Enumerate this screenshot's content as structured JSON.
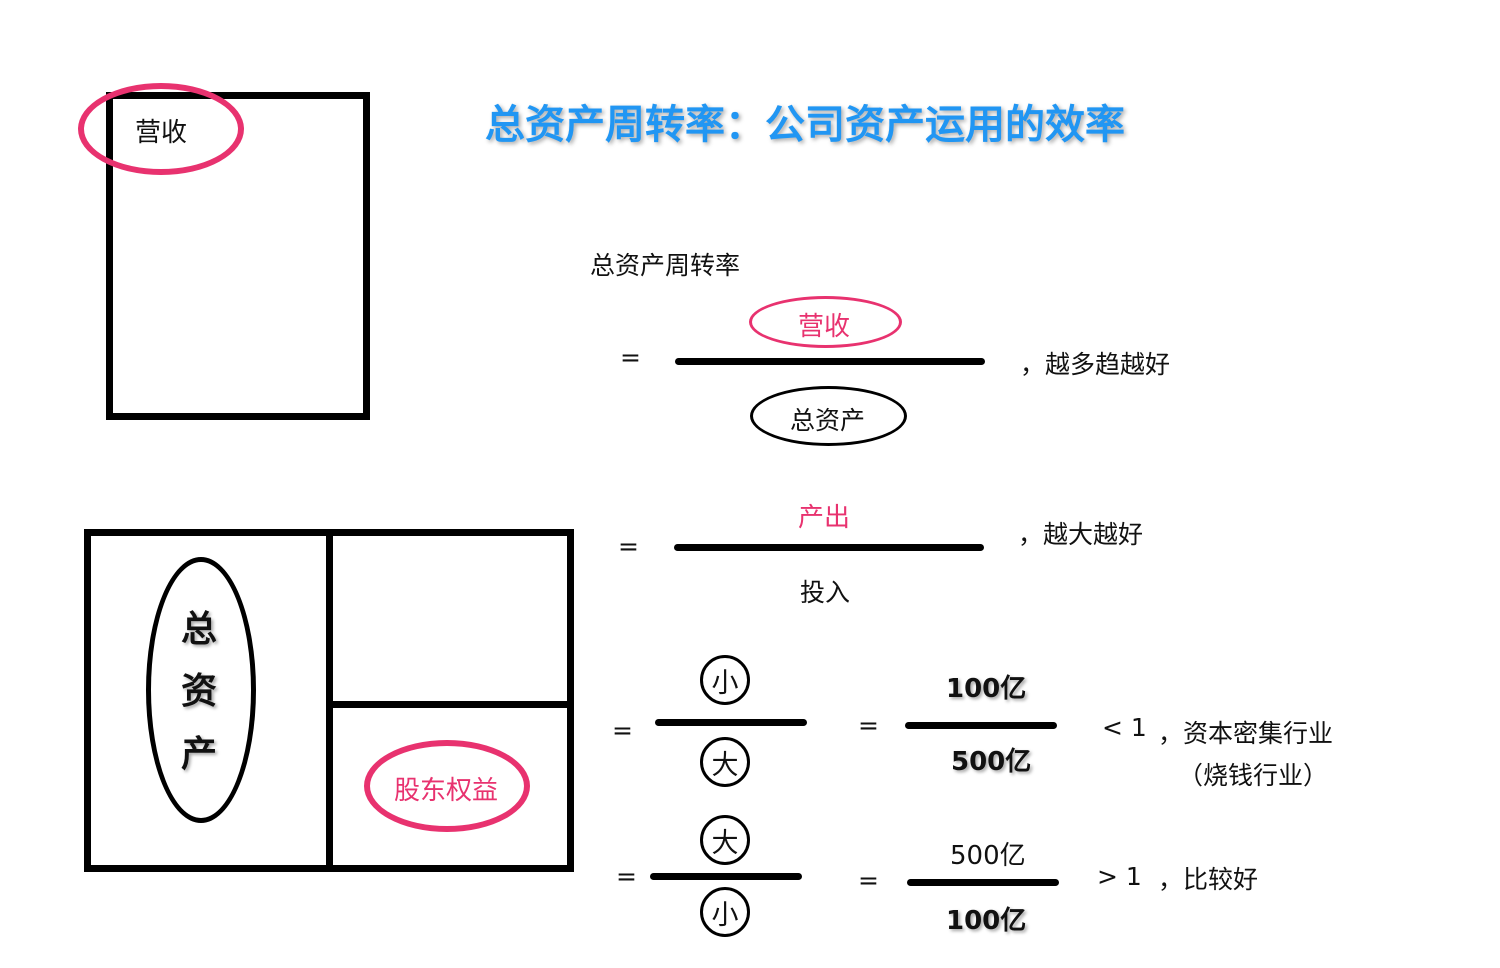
{
  "title": "总资产周转率：公司资产运用的效率",
  "top_box": {
    "label": "营收"
  },
  "bottom_box": {
    "total_assets": [
      "总",
      "资",
      "产"
    ],
    "equity": "股东权益"
  },
  "formula": {
    "label": "总资产周转率",
    "row1": {
      "eq": "=",
      "numerator": "营收",
      "denominator": "总资产",
      "comment": "，越多趋越好"
    },
    "row2": {
      "eq": "=",
      "numerator": "产出",
      "denominator": "投入",
      "comment": "，越大越好"
    },
    "row3": {
      "eq": "=",
      "numerator": "小",
      "denominator": "大",
      "eq2": "=",
      "num_value": "100亿",
      "den_value": "500亿",
      "compare": "< 1",
      "comment": "，资本密集行业",
      "comment2": "（烧钱行业）"
    },
    "row4": {
      "eq": "=",
      "numerator": "大",
      "denominator": "小",
      "eq2": "=",
      "num_value": "500亿",
      "den_value": "100亿",
      "compare": "> 1",
      "comment": "，比较好"
    }
  },
  "colors": {
    "title": "#2196f3",
    "highlight": "#e8326f",
    "line": "#000000"
  }
}
